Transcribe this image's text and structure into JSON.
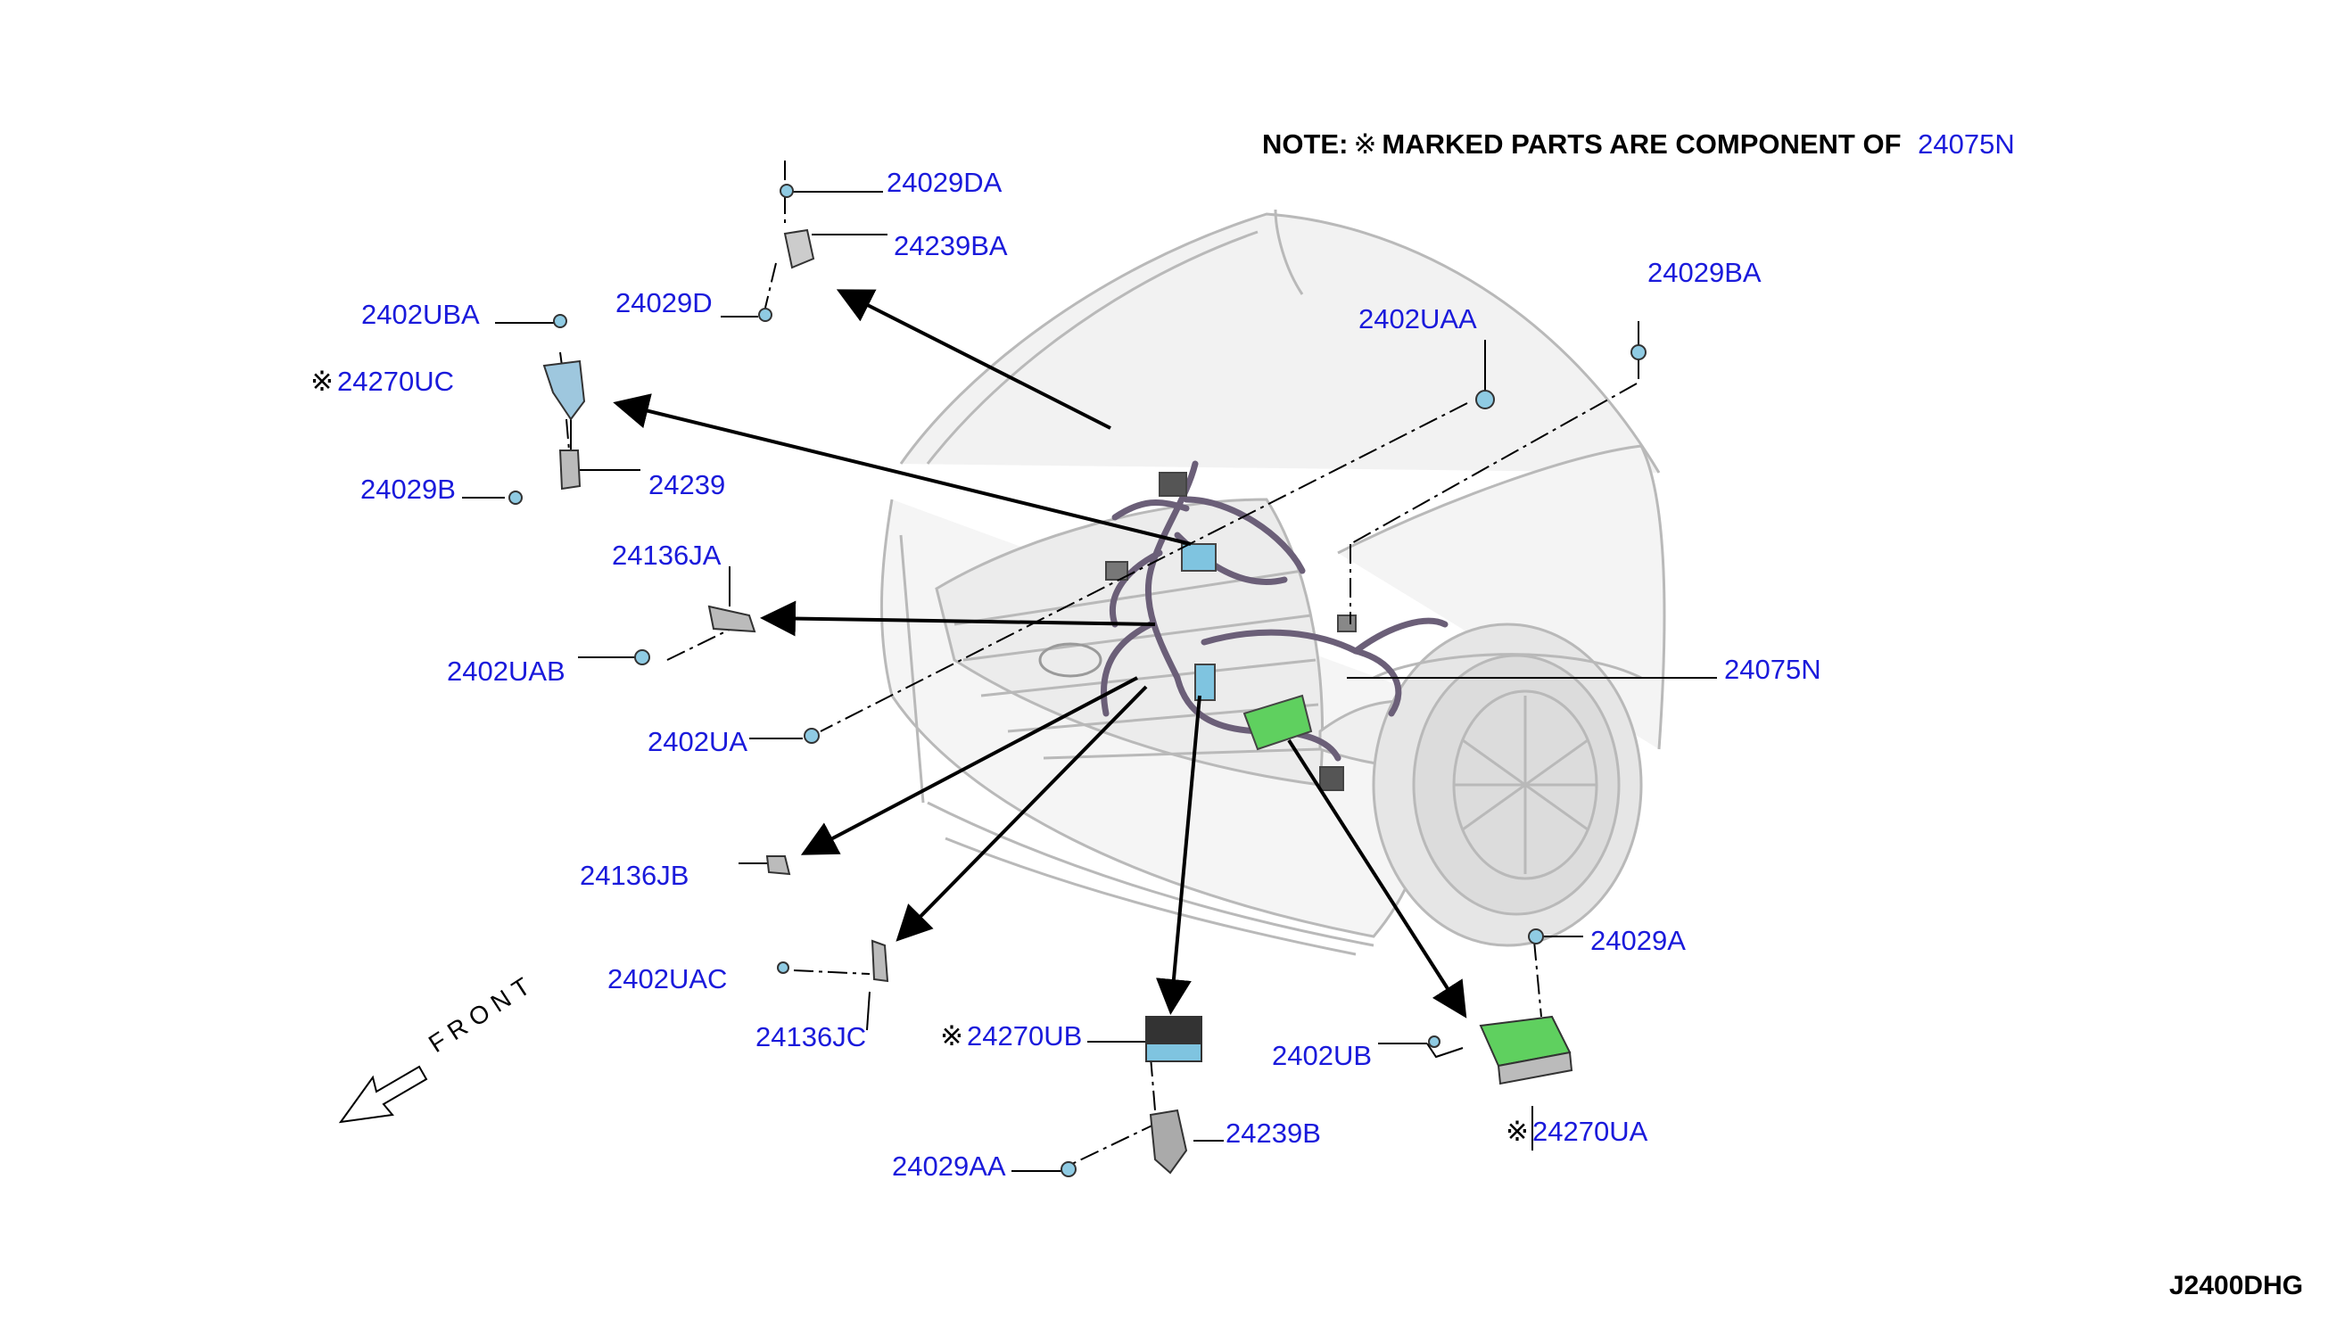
{
  "note": {
    "prefix": "NOTE:",
    "symbol": "※",
    "text": "MARKED PARTS ARE COMPONENT OF",
    "ref_part": "24075N"
  },
  "diagram_code": "J2400DHG",
  "front_label": "FRONT",
  "colors": {
    "part_label": "#1a1adb",
    "text": "#000000",
    "harness": "#6b5f78",
    "connector": "#7fc4e0",
    "green_module": "#5fd05f"
  },
  "parts": [
    {
      "id": "24029DA",
      "marked": false
    },
    {
      "id": "24239BA",
      "marked": false
    },
    {
      "id": "24029D",
      "marked": false
    },
    {
      "id": "2402UBA",
      "marked": false
    },
    {
      "id": "24270UC",
      "marked": true
    },
    {
      "id": "24029B",
      "marked": false
    },
    {
      "id": "24239",
      "marked": false
    },
    {
      "id": "24136JA",
      "marked": false
    },
    {
      "id": "2402UAB",
      "marked": false
    },
    {
      "id": "2402UA",
      "marked": false
    },
    {
      "id": "24136JB",
      "marked": false
    },
    {
      "id": "2402UAC",
      "marked": false
    },
    {
      "id": "24136JC",
      "marked": false
    },
    {
      "id": "24270UB",
      "marked": true
    },
    {
      "id": "24029AA",
      "marked": false
    },
    {
      "id": "24239B",
      "marked": false
    },
    {
      "id": "2402UAA",
      "marked": false
    },
    {
      "id": "24029BA",
      "marked": false
    },
    {
      "id": "24075N",
      "marked": false
    },
    {
      "id": "24029A",
      "marked": false
    },
    {
      "id": "2402UB",
      "marked": false
    },
    {
      "id": "24270UA",
      "marked": true
    }
  ]
}
